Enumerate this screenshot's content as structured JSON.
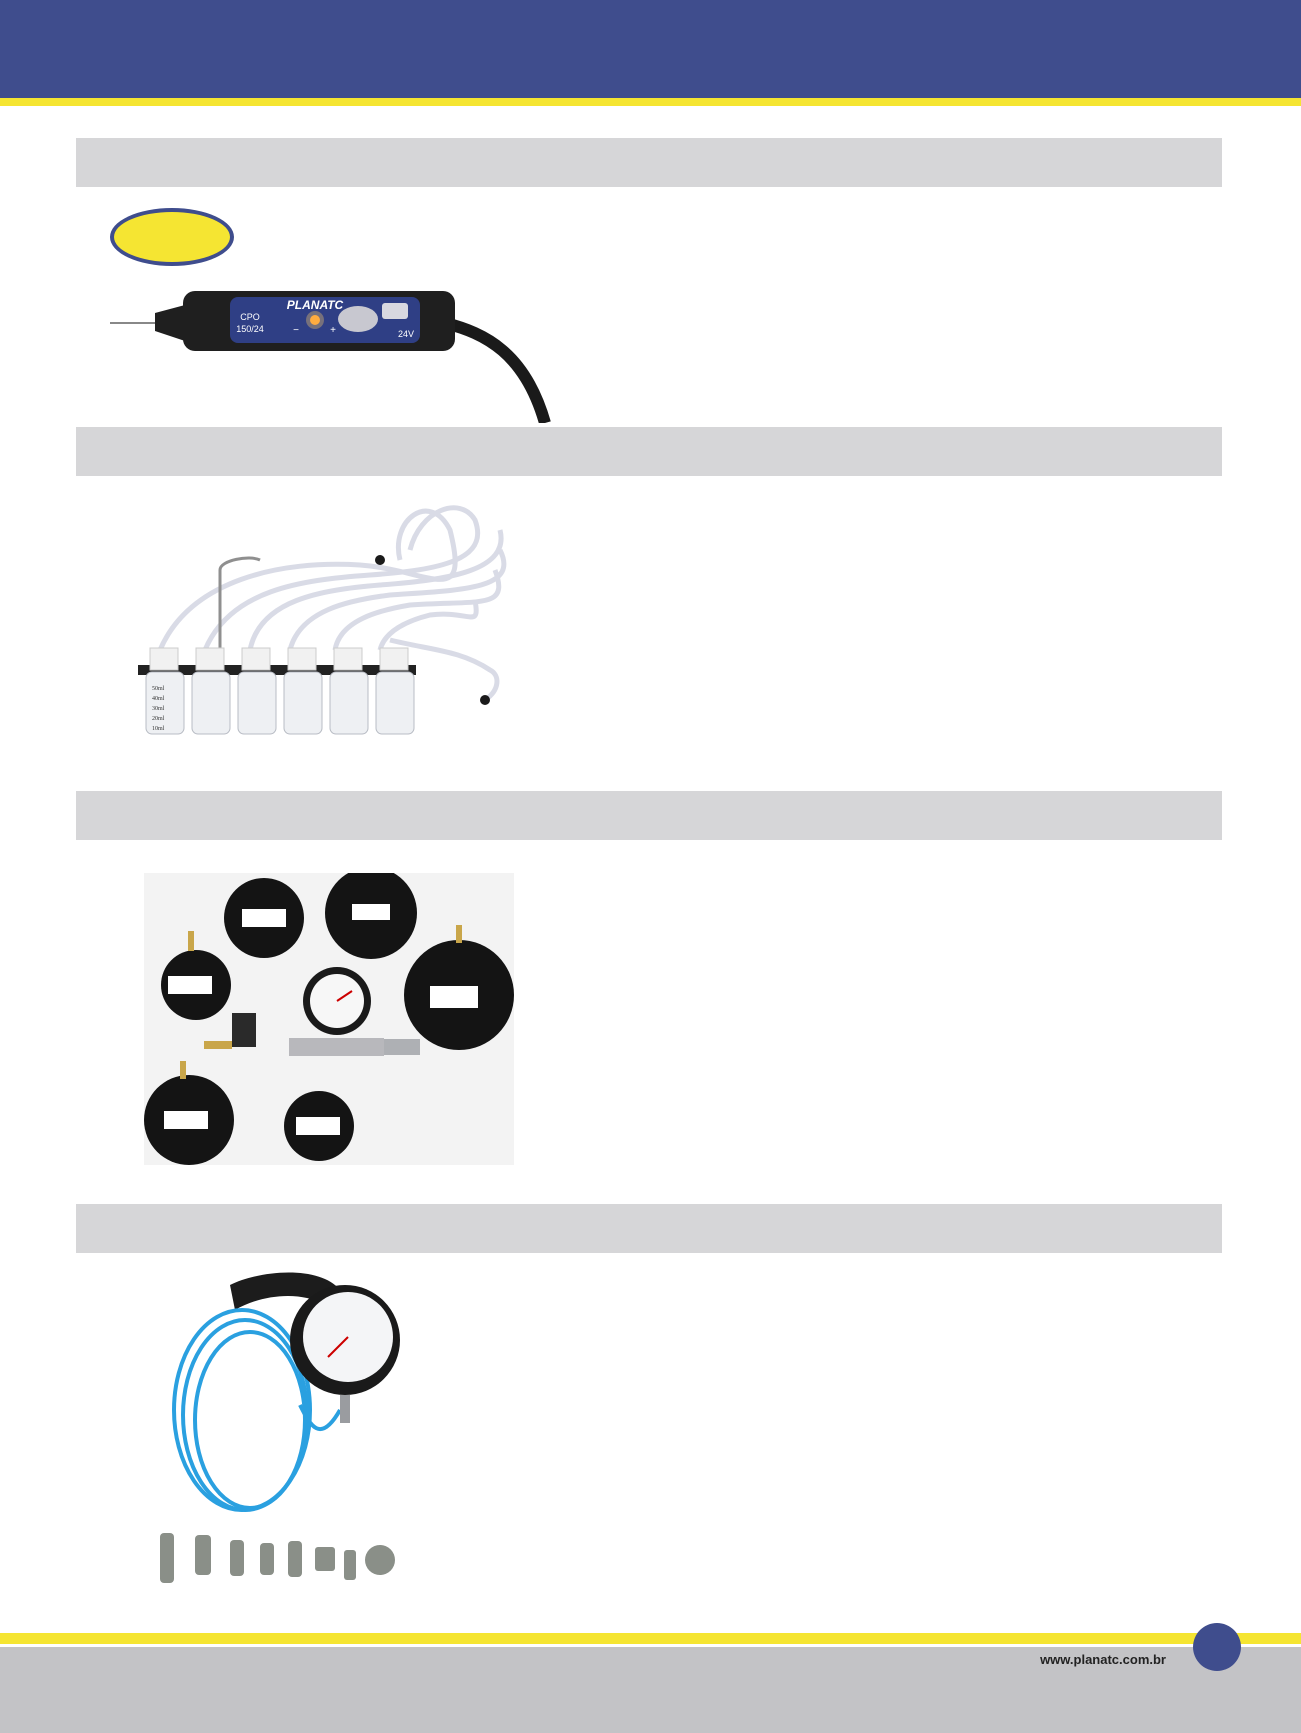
{
  "header": {
    "brand_color": "#3f4d8d",
    "accent_color": "#f5e532"
  },
  "sections": [
    {
      "title": ""
    },
    {
      "title": ""
    },
    {
      "title": ""
    },
    {
      "title": ""
    }
  ],
  "product1": {
    "brand": "PLANATC",
    "model": "CPO",
    "model_sub": "150/24",
    "voltage": "24V",
    "minus": "−",
    "plus": "+"
  },
  "product2": {
    "bottle_labels": [
      "50ml",
      "40ml",
      "30ml",
      "20ml",
      "10ml"
    ]
  },
  "footer": {
    "url": "www.planatc.com.br",
    "background": "#c3c3c6"
  }
}
